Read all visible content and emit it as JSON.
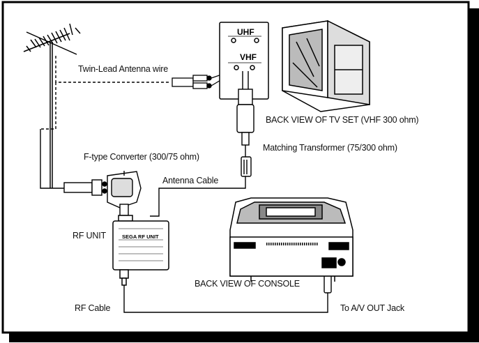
{
  "labels": {
    "twin_lead": "Twin-Lead Antenna wire",
    "uhf": "UHF",
    "vhf": "VHF",
    "back_view_tv": "BACK VIEW OF TV SET (VHF 300 ohm)",
    "matching_transformer": "Matching Transformer (75/300 ohm)",
    "f_type_converter": "F-type Converter (300/75 ohm)",
    "antenna_cable": "Antenna Cable",
    "rf_unit": "RF UNIT",
    "rf_unit_model": "SEGA RF UNIT",
    "back_view_console": "BACK VIEW OF CONSOLE",
    "rf_cable": "RF Cable",
    "av_out_jack": "To A/V OUT Jack"
  }
}
